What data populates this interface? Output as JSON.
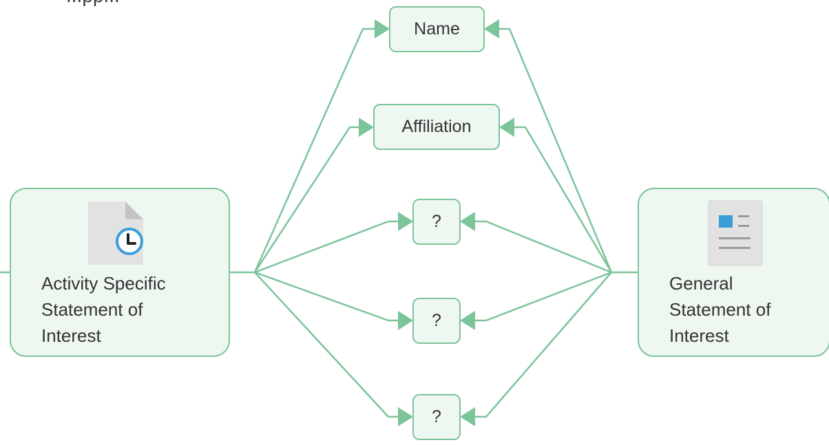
{
  "header": {
    "clipped_text": "...pp..."
  },
  "left_card": {
    "label_lines": [
      "Activity Specific",
      "Statement of",
      "Interest"
    ],
    "icon": "document-clock-icon"
  },
  "right_card": {
    "label_lines": [
      "General",
      "Statement of",
      "Interest"
    ],
    "icon": "document-article-icon"
  },
  "fields": [
    {
      "label": "Name"
    },
    {
      "label": "Affiliation"
    },
    {
      "label": "?"
    },
    {
      "label": "?"
    },
    {
      "label": "?"
    }
  ],
  "colors": {
    "line": "#7cc49a",
    "box_fill": "#eef8f1",
    "clock": "#3b9ed9",
    "doc_gray": "#e2e2e2",
    "text": "#333333"
  }
}
